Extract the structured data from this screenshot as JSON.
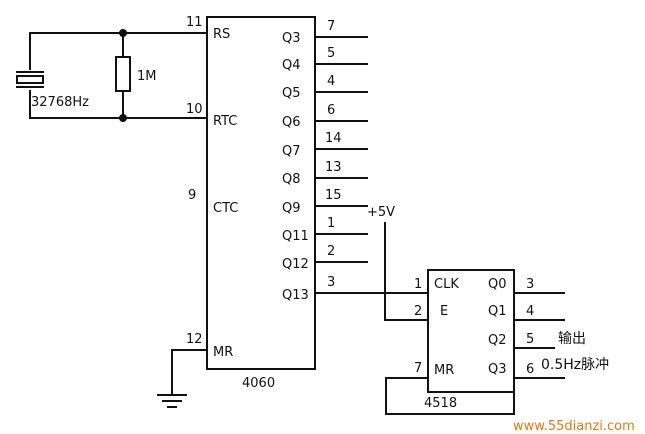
{
  "ic4060": {
    "name": "4060",
    "left_pins": [
      {
        "pin": "11",
        "label": "RS"
      },
      {
        "pin": "10",
        "label": "RTC"
      },
      {
        "pin": "9",
        "label": "CTC"
      },
      {
        "pin": "12",
        "label": "MR"
      }
    ],
    "right_pins": [
      {
        "pin": "7",
        "label": "Q3"
      },
      {
        "pin": "5",
        "label": "Q4"
      },
      {
        "pin": "4",
        "label": "Q5"
      },
      {
        "pin": "6",
        "label": "Q6"
      },
      {
        "pin": "14",
        "label": "Q7"
      },
      {
        "pin": "13",
        "label": "Q8"
      },
      {
        "pin": "15",
        "label": "Q9"
      },
      {
        "pin": "1",
        "label": "Q11"
      },
      {
        "pin": "2",
        "label": "Q12"
      },
      {
        "pin": "3",
        "label": "Q13"
      }
    ]
  },
  "ic4518": {
    "name": "4518",
    "left_pins": [
      {
        "pin": "1",
        "label": "CLK"
      },
      {
        "pin": "2",
        "label": "E"
      },
      {
        "pin": "7",
        "label": "MR"
      }
    ],
    "right_pins": [
      {
        "pin": "3",
        "label": "Q0"
      },
      {
        "pin": "4",
        "label": "Q1"
      },
      {
        "pin": "5",
        "label": "Q2"
      },
      {
        "pin": "6",
        "label": "Q3"
      }
    ]
  },
  "crystal": {
    "label": "32768Hz"
  },
  "resistor": {
    "label": "1M"
  },
  "supply": {
    "label": "+5V"
  },
  "output": {
    "line1": "输出",
    "line2": "0.5Hz脉冲"
  },
  "watermark": "www.55dianzi.com"
}
